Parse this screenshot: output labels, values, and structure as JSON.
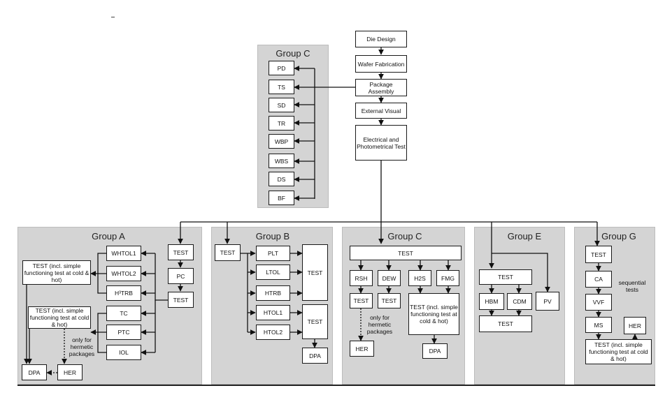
{
  "flow": {
    "die_design": "Die Design",
    "wafer_fabrication": "Wafer Fabrication",
    "package_assembly": "Package Assembly",
    "external_visual": "External Visual",
    "electrical_test": "Electrical and Photometrical Test"
  },
  "group_c_top": {
    "title": "Group C",
    "items": [
      "PD",
      "TS",
      "SD",
      "TR",
      "WBP",
      "WBS",
      "DS",
      "BF"
    ]
  },
  "group_a": {
    "title": "Group A",
    "test1": "TEST",
    "pc": "PC",
    "test2": "TEST",
    "whtol1": "WHTOL1",
    "whtol2": "WHTOL2",
    "h3trb": "H³TRB",
    "tc": "TC",
    "ptc": "PTC",
    "iol": "IOL",
    "test_func1": "TEST (incl. simple functioning test at cold & hot)",
    "test_func2": "TEST (incl. simple functioning test at cold & hot)",
    "note": "only for hermetic packages",
    "dpa": "DPA",
    "her": "HER"
  },
  "group_b": {
    "title": "Group B",
    "test": "TEST",
    "plt": "PLT",
    "ltol": "LTOL",
    "htrb": "HTRB",
    "htol1": "HTOL1",
    "htol2": "HTOL2",
    "test_top": "TEST",
    "test_bottom": "TEST",
    "dpa": "DPA"
  },
  "group_c_bottom": {
    "title": "Group C",
    "test_main": "TEST",
    "rsh": "RSH",
    "dew": "DEW",
    "h2s": "H2S",
    "fmg": "FMG",
    "test_rsh": "TEST",
    "test_dew": "TEST",
    "test_func": "TEST (incl. simple functioning test at cold & hot)",
    "note": "only for hermetic packages",
    "her": "HER",
    "dpa": "DPA"
  },
  "group_e": {
    "title": "Group E",
    "test": "TEST",
    "hbm": "HBM",
    "cdm": "CDM",
    "pv": "PV",
    "test_bottom": "TEST"
  },
  "group_g": {
    "title": "Group G",
    "test": "TEST",
    "ca": "CA",
    "vvf": "VVF",
    "ms": "MS",
    "her": "HER",
    "note": "sequential tests",
    "test_func": "TEST (incl. simple functioning test at cold & hot)"
  }
}
